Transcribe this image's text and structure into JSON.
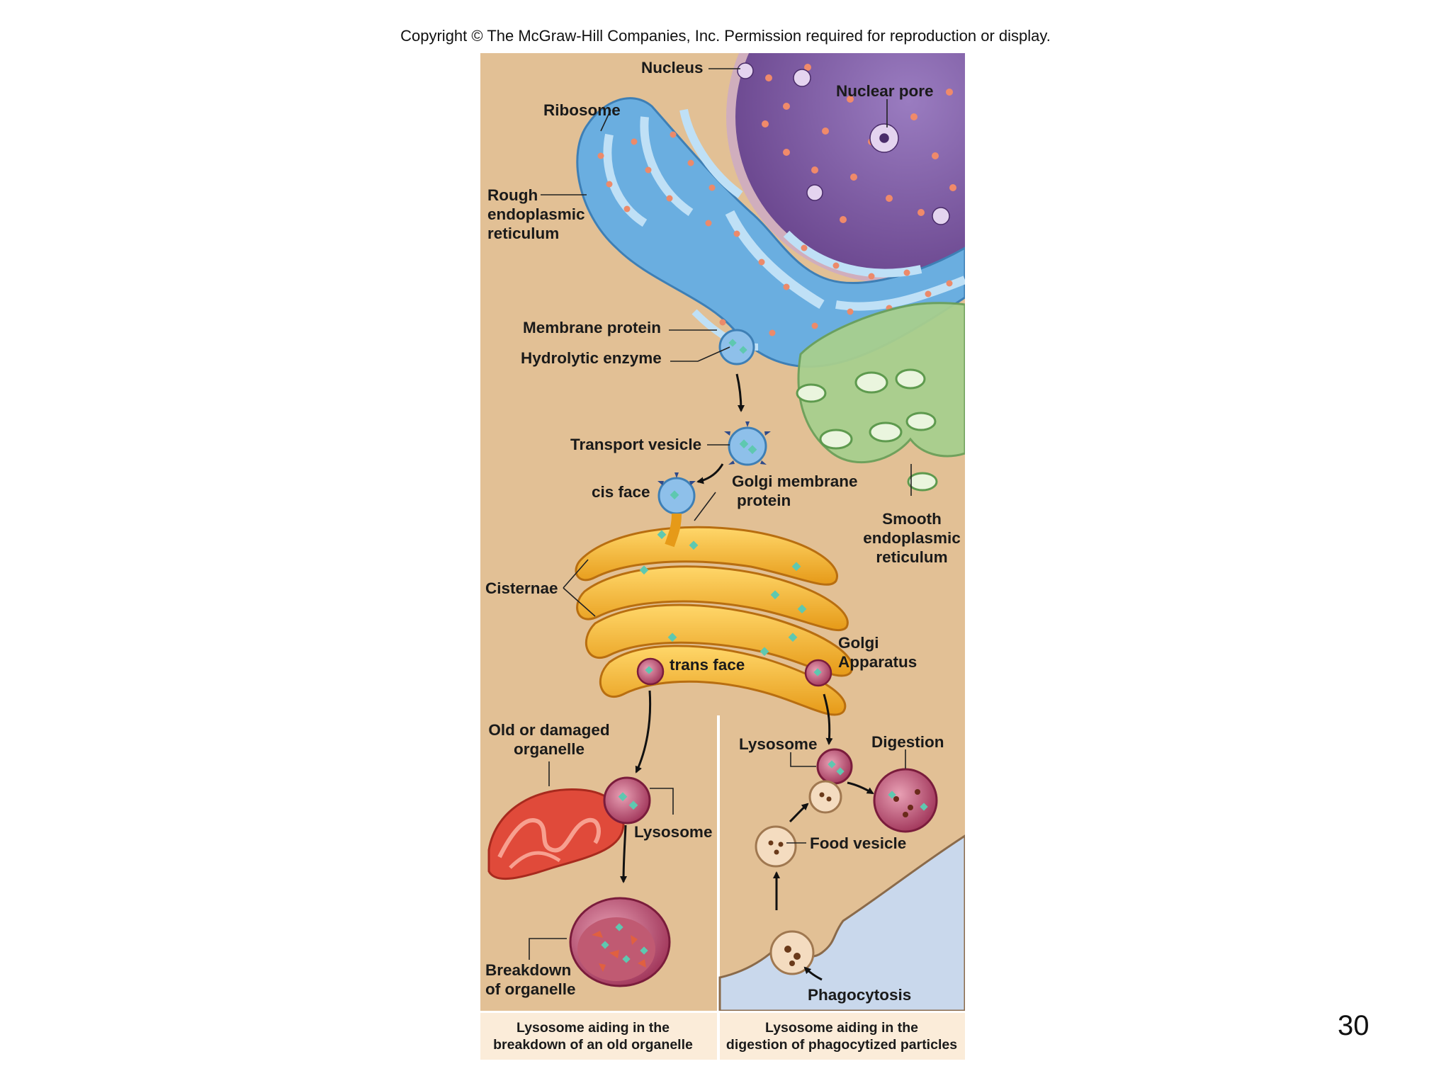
{
  "header": {
    "copyright": "Copyright © The McGraw-Hill Companies, Inc. Permission required for reproduction or display."
  },
  "page_number": "30",
  "labels": {
    "nucleus": "Nucleus",
    "nuclear_pore": "Nuclear pore",
    "ribosome": "Ribosome",
    "rough_er": [
      "Rough",
      "endoplasmic",
      "reticulum"
    ],
    "membrane_protein": "Membrane protein",
    "hydrolytic_enzyme": "Hydrolytic enzyme",
    "transport_vesicle": "Transport vesicle",
    "cis_face": "cis face",
    "golgi_membrane_protein": [
      "Golgi membrane",
      "protein"
    ],
    "smooth_er": [
      "Smooth",
      "endoplasmic",
      "reticulum"
    ],
    "cisternae": "Cisternae",
    "trans_face": "trans face",
    "golgi_apparatus": [
      "Golgi",
      "Apparatus"
    ],
    "old_organelle": [
      "Old or damaged",
      "organelle"
    ],
    "lysosome_left": "Lysosome",
    "breakdown": [
      "Breakdown",
      "of organelle"
    ],
    "lysosome_right": "Lysosome",
    "digestion": "Digestion",
    "food_vesicle": "Food vesicle",
    "phagocytosis": "Phagocytosis"
  },
  "captions": {
    "left": [
      "Lysosome aiding in the",
      "breakdown of an old organelle"
    ],
    "right": [
      "Lysosome aiding in the",
      "digestion of phagocytized particles"
    ]
  },
  "colors": {
    "cytoplasm": "#e6c49a",
    "nucleus": "#7e5aa2",
    "rough_er": "#6aaee0",
    "smooth_er": "#a8cf8e",
    "golgi": "#f0b030",
    "lysosome": "#b03a60",
    "mitochondrion": "#e04a3a",
    "extracellular": "#c9d8ec",
    "caption_bg": "#fbecd9"
  }
}
